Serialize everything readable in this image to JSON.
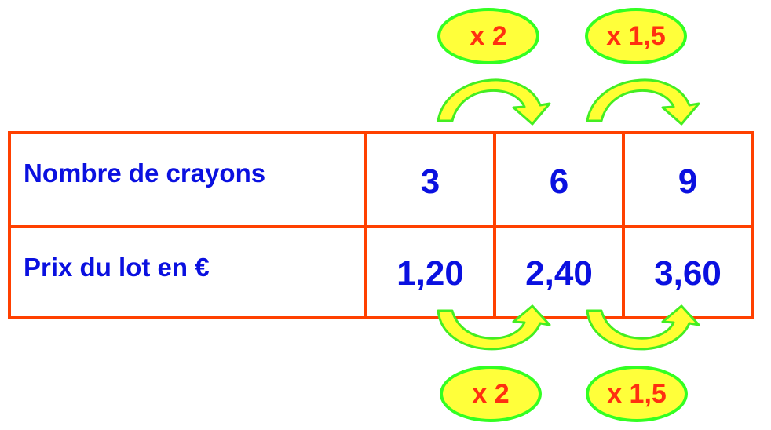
{
  "table": {
    "rows": [
      {
        "label": "Nombre de crayons",
        "values": [
          "3",
          "6",
          "9"
        ]
      },
      {
        "label": "Prix du lot en €",
        "values": [
          "1,20",
          "2,40",
          "3,60"
        ]
      }
    ]
  },
  "top_factors": [
    "x 2",
    "x 1,5"
  ],
  "bottom_factors": [
    "x 2",
    "x 1,5"
  ],
  "colors": {
    "border": "#FF4000",
    "text": "#0A10E0",
    "factor_text": "#FF3010",
    "ellipse_fill": "#FFFF3A",
    "ellipse_stroke": "#33FF22",
    "arrow_fill": "#FFFF33",
    "arrow_stroke": "#44EE22"
  }
}
